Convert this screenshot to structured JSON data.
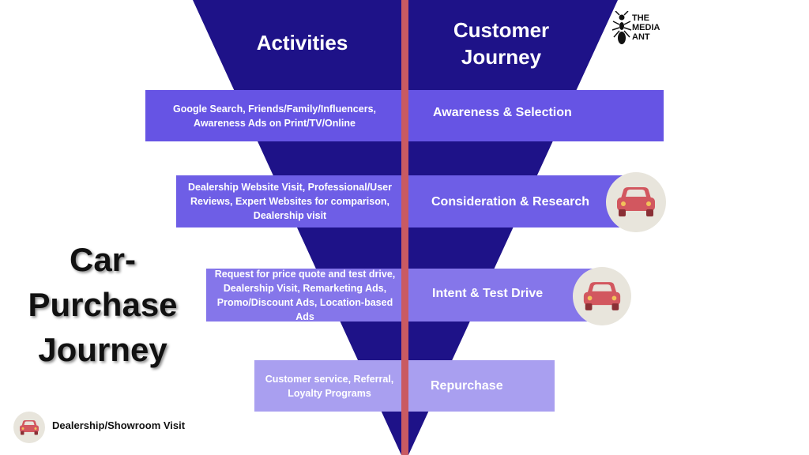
{
  "headers": {
    "activities": "Activities",
    "journey_line1": "Customer",
    "journey_line2": "Journey"
  },
  "logo": {
    "line1": "THE",
    "line2": "MEDIA",
    "line3": "ANT",
    "icon": "ant-icon"
  },
  "title": {
    "line1": "Car-",
    "line2": "Purchase",
    "line3": "Journey"
  },
  "stages": [
    {
      "activity": "Google Search, Friends/Family/Influencers, Awareness Ads on Print/TV/Online",
      "stage": "Awareness & Selection",
      "dealership_visit": false
    },
    {
      "activity": "Dealership Website Visit, Professional/User Reviews, Expert Websites for comparison, Dealership visit",
      "stage": "Consideration & Research",
      "dealership_visit": true
    },
    {
      "activity": "Request for price quote and test drive, Dealership Visit, Remarketing Ads, Promo/Discount Ads, Location-based Ads",
      "stage": "Intent & Test Drive",
      "dealership_visit": true
    },
    {
      "activity": "Customer service, Referral, Loyalty Programs",
      "stage": "Repurchase",
      "dealership_visit": false
    }
  ],
  "legend": {
    "label": "Dealership/Showroom Visit",
    "icon": "car-icon"
  },
  "colors": {
    "funnel": "#1e1288",
    "band1": "#6654e4",
    "band2": "#6e5ee6",
    "band3": "#8576ea",
    "band4": "#a99ff0",
    "divider": "#c95a62",
    "car": "#d2575f",
    "car_circle": "#e8e5dc"
  }
}
